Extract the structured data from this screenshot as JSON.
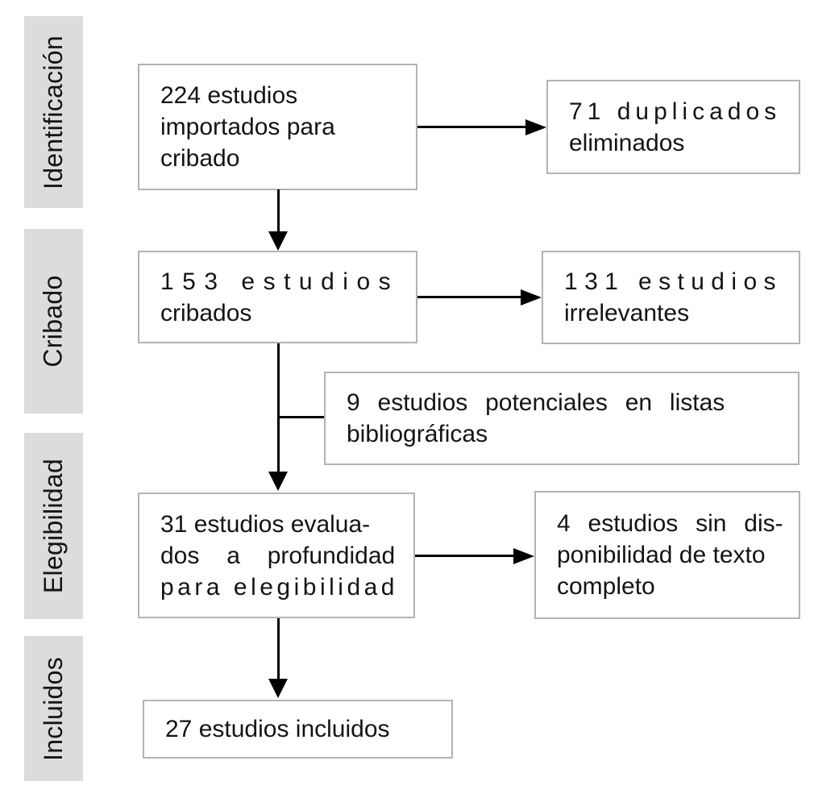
{
  "diagram": {
    "type": "prisma-flow",
    "language": "es",
    "stages": [
      {
        "label": "Identificación"
      },
      {
        "label": "Cribado"
      },
      {
        "label": "Elegibilidad"
      },
      {
        "label": "Incluidos"
      }
    ],
    "boxes": {
      "imported": {
        "count": 224,
        "lines": [
          "224 estudios",
          "importados para",
          "cribado"
        ]
      },
      "duplicates": {
        "count": 71,
        "lines": [
          "71 duplicados",
          "eliminados"
        ]
      },
      "screened": {
        "count": 153,
        "lines": [
          "153 estudios",
          "cribados"
        ]
      },
      "irrelevant": {
        "count": 131,
        "lines": [
          "131 estudios",
          "irrelevantes"
        ]
      },
      "bibliographic": {
        "count": 9,
        "lines": [
          "9 estudios potenciales en listas",
          "bibliográficas"
        ]
      },
      "assessed": {
        "count": 31,
        "lines": [
          "31 estudios evalua-",
          "dos a profundidad",
          "para elegibilidad"
        ]
      },
      "no_fulltext": {
        "count": 4,
        "lines": [
          "4 estudios sin dis-",
          "ponibilidad de texto",
          "completo"
        ]
      },
      "included": {
        "count": 27,
        "lines": [
          "27 estudios incluidos"
        ]
      }
    },
    "colors": {
      "stage_bg": "#dcdcdc",
      "box_bg": "#ffffff",
      "box_border": "#b3b3b3",
      "text": "#141414",
      "arrow": "#000000"
    }
  }
}
